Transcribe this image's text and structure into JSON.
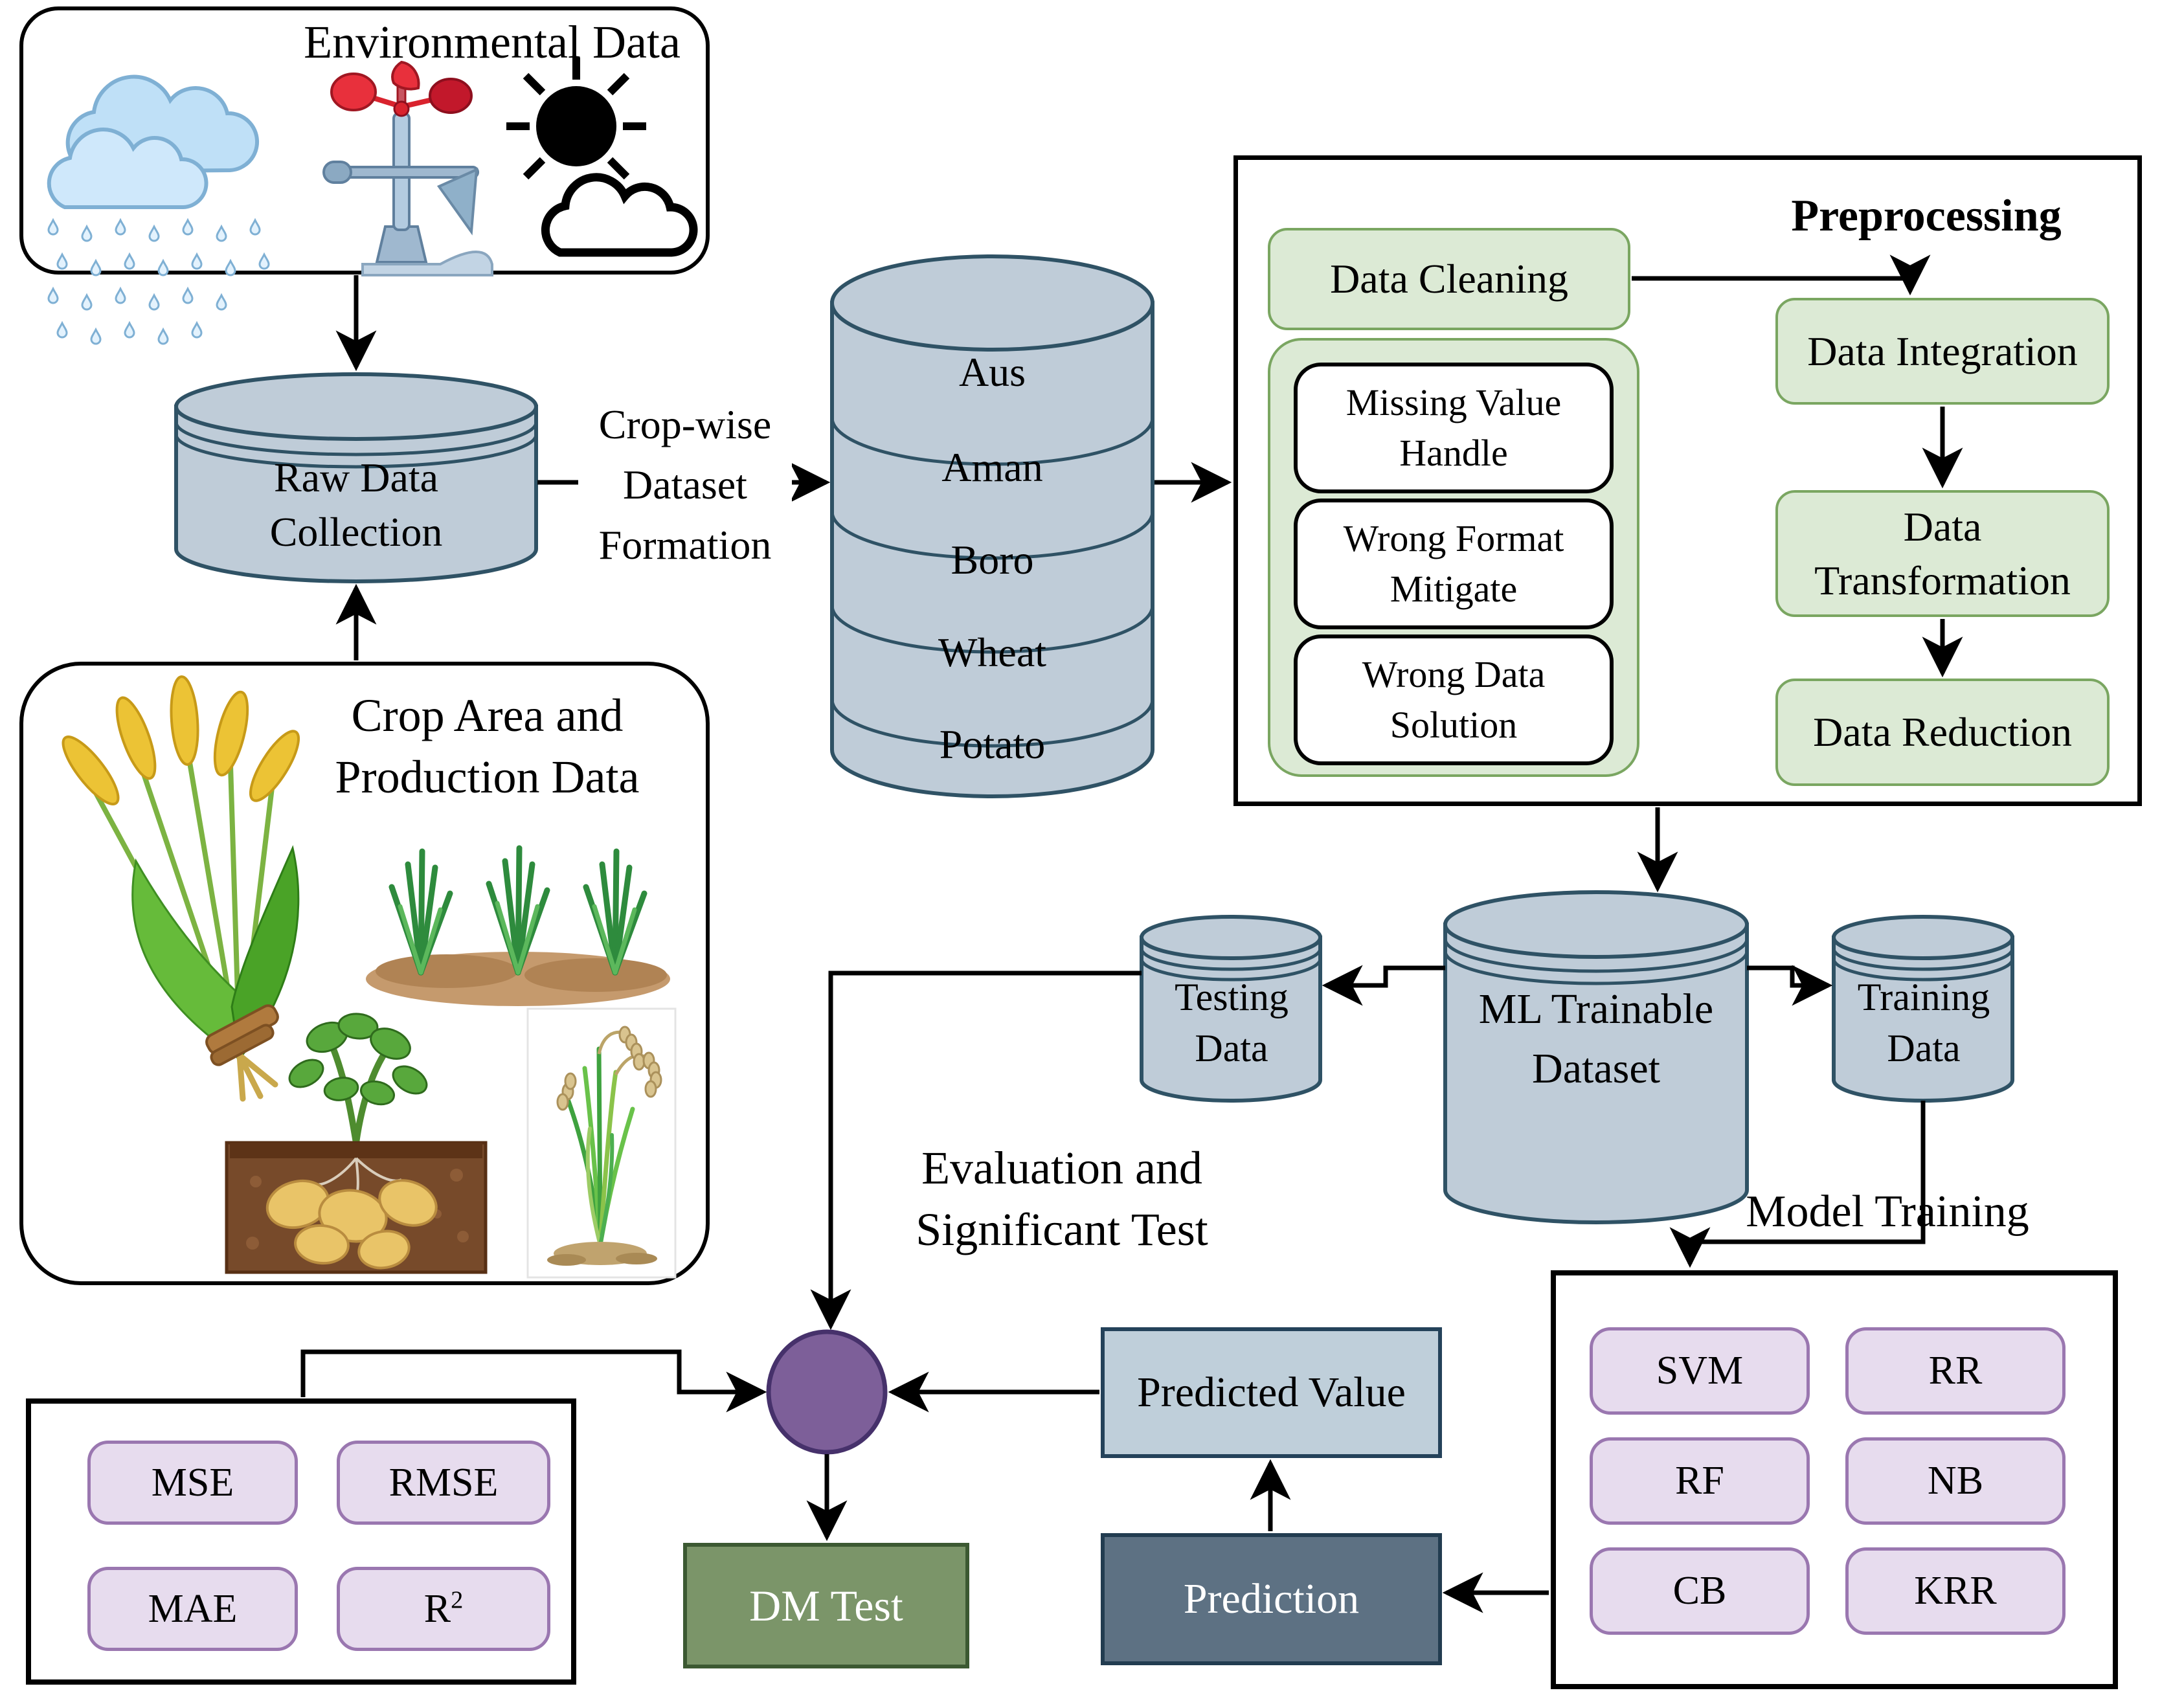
{
  "colors": {
    "cylinder-fill": "#bfccd8",
    "cylinder-stroke": "#2f5265",
    "green-fill": "#dcead5",
    "green-stroke": "#7aa661",
    "lavender-fill": "#e7dcee",
    "lavender-stroke": "#9a77b0",
    "predicted-fill": "#bfcfda",
    "predicted-stroke": "#24425a",
    "prediction-fill": "#5d7183",
    "prediction-stroke": "#223c50",
    "dmtest-fill": "#7b9569",
    "dmtest-stroke": "#3c5932",
    "junction-fill": "#7d5f99",
    "junction-stroke": "#46316b"
  },
  "environmental": {
    "title": "Environmental Data",
    "icons": [
      "rain-cloud-icon",
      "anemometer-icon",
      "sun-cloud-icon"
    ]
  },
  "raw_data": {
    "line1": "Raw Data",
    "line2": "Collection"
  },
  "cropwise": {
    "line1": "Crop-wise",
    "line2": "Dataset",
    "line3": "Formation"
  },
  "crop_db": {
    "segments": [
      "Aus",
      "Aman",
      "Boro",
      "Wheat",
      "Potato"
    ]
  },
  "crop_area": {
    "line1": "Crop Area and",
    "line2": "Production Data",
    "icons": [
      "wheat-bundle-icon",
      "rice-seedlings-icon",
      "potato-plant-icon",
      "rice-plant-icon"
    ]
  },
  "preprocessing": {
    "title": "Preprocessing",
    "data_cleaning": "Data Cleaning",
    "cleaning_steps": [
      {
        "line1": "Missing Value",
        "line2": "Handle"
      },
      {
        "line1": "Wrong Format",
        "line2": "Mitigate"
      },
      {
        "line1": "Wrong Data",
        "line2": "Solution"
      }
    ],
    "flow_steps": [
      {
        "line1": "Data Integration",
        "line2": ""
      },
      {
        "line1": "Data",
        "line2": "Transformation"
      },
      {
        "line1": "Data Reduction",
        "line2": ""
      }
    ]
  },
  "ml_dataset": {
    "line1": "ML Trainable",
    "line2": "Dataset"
  },
  "testing": {
    "line1": "Testing",
    "line2": "Data"
  },
  "training": {
    "line1": "Training",
    "line2": "Data"
  },
  "labels": {
    "model_training": "Model Training",
    "evaluation_line1": "Evaluation and",
    "evaluation_line2": "Significant Test"
  },
  "models": [
    "SVM",
    "RR",
    "RF",
    "NB",
    "CB",
    "KRR"
  ],
  "metrics": [
    {
      "label": "MSE",
      "sup": ""
    },
    {
      "label": "RMSE",
      "sup": ""
    },
    {
      "label": "MAE",
      "sup": ""
    },
    {
      "label": "R",
      "sup": "2"
    }
  ],
  "predicted_value": "Predicted Value",
  "prediction": "Prediction",
  "dm_test": "DM Test"
}
